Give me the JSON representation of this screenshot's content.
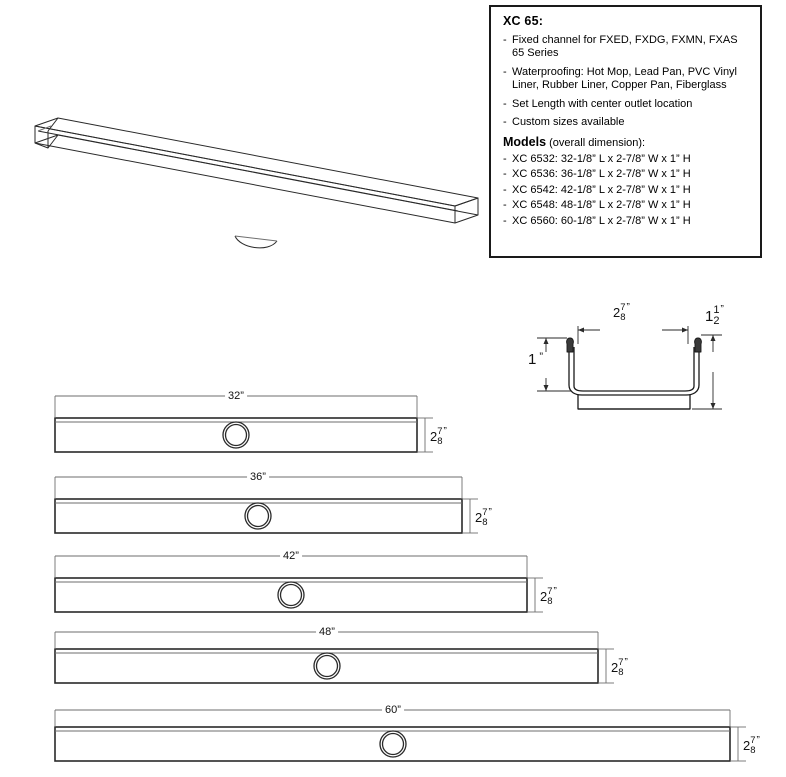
{
  "spec_box": {
    "title": "XC 65:",
    "bullets": [
      "Fixed channel for FXED, FXDG, FXMN, FXAS 65 Series",
      "Waterproofing: Hot Mop, Lead Pan, PVC Vinyl Liner, Rubber Liner, Copper Pan, Fiberglass",
      "Set Length with center outlet location",
      "Custom sizes available"
    ],
    "bullet_marker": "-",
    "models_label": "Models",
    "models_sublabel": "(overall dimension):",
    "models": [
      "XC 6532: 32-1/8” L x 2-7/8” W x 1” H",
      "XC 6536: 36-1/8” L x 2-7/8” W x 1” H",
      "XC 6542: 42-1/8” L x 2-7/8” W x 1” H",
      "XC 6548: 48-1/8” L x 2-7/8” W x 1” H",
      "XC 6560: 60-1/8” L x 2-7/8” W x 1” H"
    ]
  },
  "isometric": {
    "name": "xc-65-channel-isometric-view"
  },
  "cross_section": {
    "width_whole": "2",
    "width_num": "7",
    "width_den": "8",
    "inch_mark": "”",
    "height_label": "1",
    "height_inch": "”",
    "flange_whole": "1",
    "flange_num": "1",
    "flange_den": "2"
  },
  "plan_views": [
    {
      "length_label": "32”",
      "width_whole": "2",
      "width_num": "7",
      "width_den": "8"
    },
    {
      "length_label": "36”",
      "width_whole": "2",
      "width_num": "7",
      "width_den": "8"
    },
    {
      "length_label": "42”",
      "width_whole": "2",
      "width_num": "7",
      "width_den": "8"
    },
    {
      "length_label": "48”",
      "width_whole": "2",
      "width_num": "7",
      "width_den": "8"
    },
    {
      "length_label": "60”",
      "width_whole": "2",
      "width_num": "7",
      "width_den": "8"
    }
  ],
  "colors": {
    "line": "#2a2a2a",
    "thin_line": "#6e6e6e",
    "border": "#1a1a1a",
    "paper": "#ffffff"
  }
}
